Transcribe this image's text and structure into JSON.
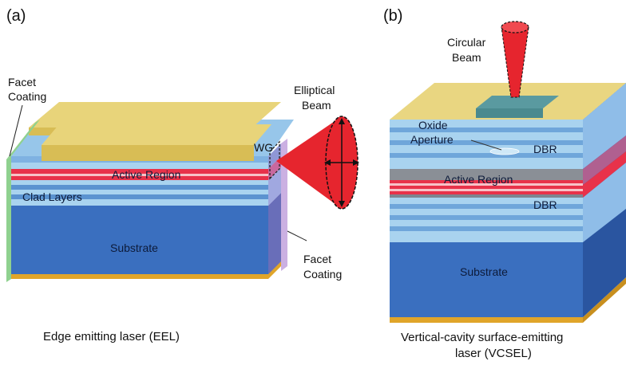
{
  "panels": {
    "a": {
      "label": "(a)",
      "caption": "Edge emitting laser (EEL)",
      "labels": {
        "facet_coating_left_line1": "Facet",
        "facet_coating_left_line2": "Coating",
        "elliptical_beam_line1": "Elliptical",
        "elliptical_beam_line2": "Beam",
        "wg": "WG",
        "active_region": "Active Region",
        "clad_layers": "Clad Layers",
        "substrate": "Substrate",
        "facet_coating_right_line1": "Facet",
        "facet_coating_right_line2": "Coating"
      }
    },
    "b": {
      "label": "(b)",
      "caption_line1": "Vertical-cavity surface-emitting",
      "caption_line2": "laser (VCSEL)",
      "labels": {
        "circular_beam_line1": "Circular",
        "circular_beam_line2": "Beam",
        "oxide_aperture_line1": "Oxide",
        "oxide_aperture_line2": "Aperture",
        "dbr_top": "DBR",
        "active_region": "Active Region",
        "dbr_bottom": "DBR",
        "substrate": "Substrate"
      }
    }
  },
  "colors": {
    "substrate": "#3a6fbf",
    "substrate_side": "#2a55a0",
    "clad_light": "#a9d3ef",
    "clad_mid": "#6fa6da",
    "active_red": "#e8324a",
    "contact_yellow": "#e5cf6a",
    "gold_base": "#e0a52a",
    "facet_green": "#8fd18f",
    "facet_purple": "#b58fd6",
    "beam_red": "#e6252e",
    "mesa_teal": "#4a8a8f"
  }
}
